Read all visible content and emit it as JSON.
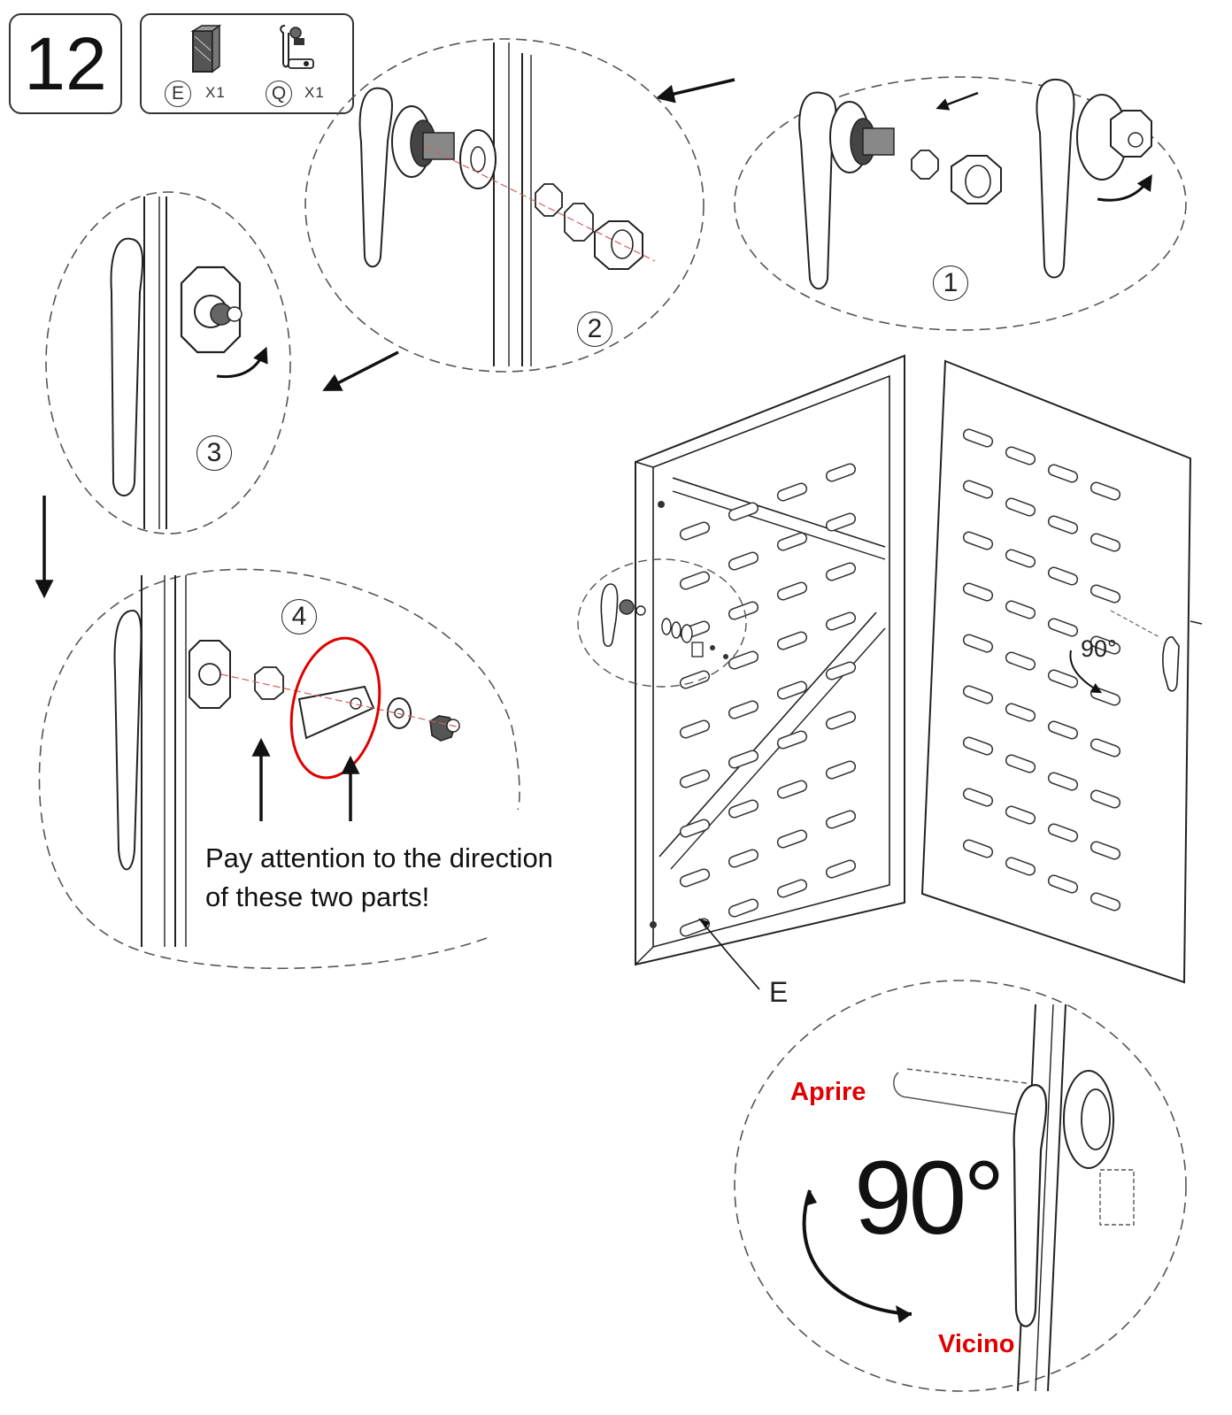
{
  "step": {
    "number": "12"
  },
  "parts": [
    {
      "letter": "E",
      "quantity": "X1",
      "icon": "panel-icon"
    },
    {
      "letter": "Q",
      "quantity": "X1",
      "icon": "lock-handle-icon"
    }
  ],
  "substeps": [
    {
      "number": "1"
    },
    {
      "number": "2"
    },
    {
      "number": "3"
    },
    {
      "number": "4"
    }
  ],
  "note": {
    "line1": "Pay attention to the direction",
    "line2": "of these two parts!"
  },
  "callout_letter": "E",
  "rotation": {
    "small_angle": "90°",
    "big_angle": "90°",
    "open_label": "Aprire",
    "close_label": "Vicino"
  },
  "colors": {
    "highlight_red": "#e00000",
    "line": "#222222",
    "axis_red": "#d06060"
  }
}
